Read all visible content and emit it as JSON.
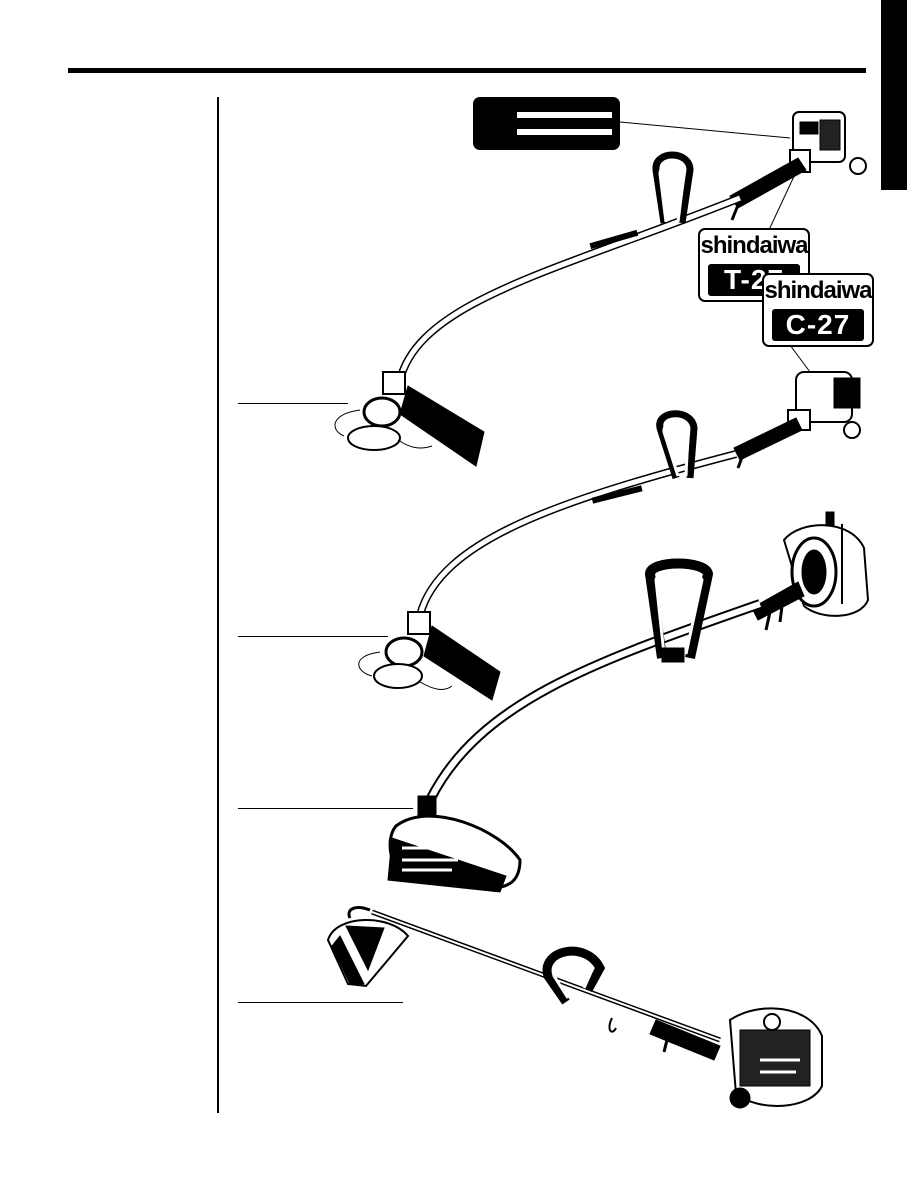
{
  "logos": {
    "t27": {
      "brand": "shindaiwa",
      "model": "T-27"
    },
    "c27": {
      "brand": "shindaiwa",
      "model": "C-27"
    }
  },
  "icons": {
    "trimmer_1": "string-trimmer-curved-shaft-icon",
    "trimmer_2": "string-trimmer-curved-shaft-icon",
    "trimmer_3": "string-trimmer-large-guard-icon",
    "trimmer_4": "string-trimmer-straight-shaft-icon"
  },
  "colors": {
    "ink": "#000000",
    "paper": "#ffffff"
  }
}
